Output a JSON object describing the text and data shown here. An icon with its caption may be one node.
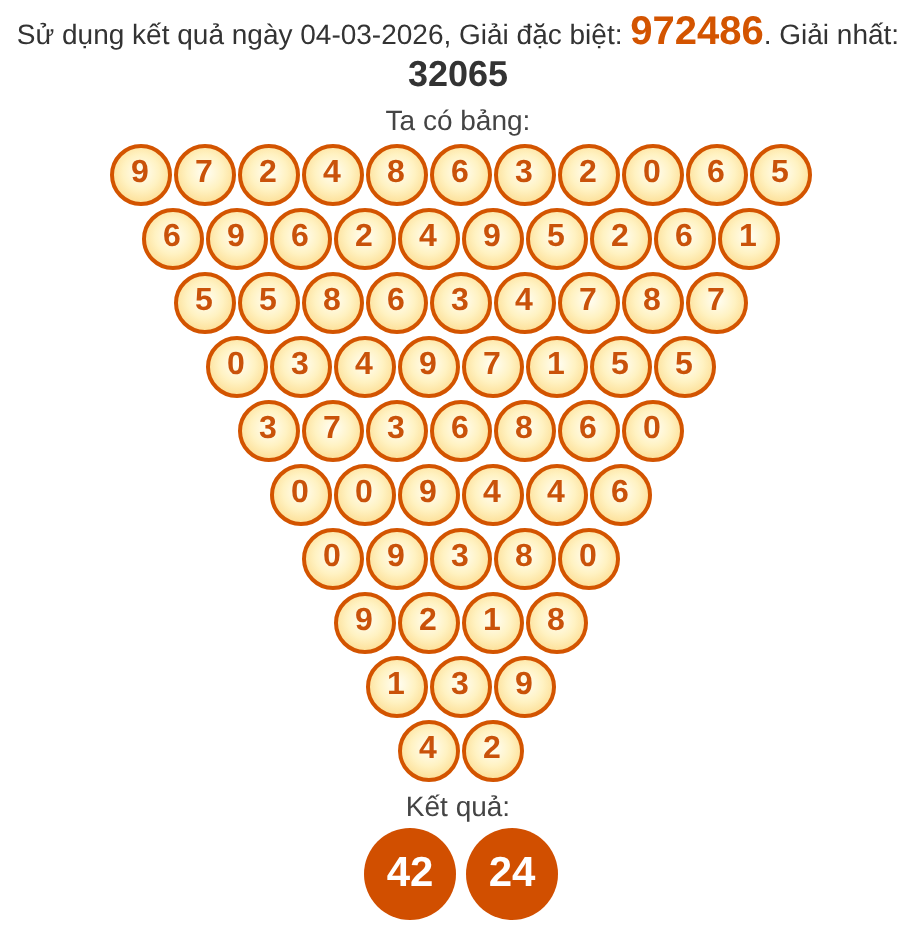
{
  "diagram": {
    "title": "Sử dụng kết quả ngày 04-03-2026, Giải đặc biệt: **972486**. Giải nhất: **32065**",
    "nodes": [
      {
        "text": [
          "9"
        ]
      },
      {
        "text": [
          "7"
        ]
      },
      {
        "text": [
          "2"
        ]
      },
      {
        "text": [
          "4"
        ]
      },
      {
        "text": [
          "8"
        ]
      },
      {
        "text": [
          "6"
        ]
      },
      {
        "text": [
          "3"
        ]
      },
      {
        "text": [
          "2"
        ]
      },
      {
        "text": [
          "0"
        ]
      },
      {
        "text": [
          "6"
        ]
      },
      {
        "text": [
          "5"
        ]
      },
      {
        "text": [
          "6"
        ]
      },
      {
        "text": [
          "9"
        ]
      },
      {
        "text": [
          "6"
        ]
      },
      {
        "text": [
          "2"
        ]
      },
      {
        "text": [
          "4"
        ]
      },
      {
        "text": [
          "9"
        ]
      },
      {
        "text": [
          "5"
        ]
      },
      {
        "text": [
          "2"
        ]
      },
      {
        "text": [
          "6"
        ]
      },
      {
        "text": [
          "1"
        ]
      },
      {
        "text": [
          "5"
        ]
      },
      {
        "text": [
          "5"
        ]
      },
      {
        "text": [
          "8"
        ]
      },
      {
        "text": [
          "6"
        ]
      },
      {
        "text": [
          "3"
        ]
      },
      {
        "text": [
          "4"
        ]
      },
      {
        "text": [
          "7"
        ]
      },
      {
        "text": [
          "8"
        ]
      },
      {
        "text": [
          "7"
        ]
      },
      {
        "text": [
          "0"
        ]
      },
      {
        "text": [
          "3"
        ]
      },
      {
        "text": [
          "4"
        ]
      },
      {
        "text": [
          "9"
        ]
      },
      {
        "text": [
          "7"
        ]
      },
      {
        "text": [
          "1"
        ]
      },
      {
        "text": [
          "5"
        ]
      },
      {
        "text": [
          "5"
        ]
      },
      {
        "text": [
          "3"
        ]
      },
      {
        "text": [
          "7"
        ]
      },
      {
        "text": [
          "3"
        ]
      },
      {
        "text": [
          "6"
        ]
      },
      {
        "text": [
          "8"
        ]
      },
      {
        "text": [
          "6"
        ]
      },
      {
        "text": [
          "0"
        ]
      },
      {
        "text": [
          "0"
        ]
      },
      {
        "text": [
          "0"
        ]
      },
      {
        "text": [
          "9"
        ]
      },
      {
        "text": [
          "4"
        ]
      },
      {
        "text": [
          "4"
        ]
      },
      {
        "text": [
          "6"
        ]
      },
      {
        "text": [
          "0"
        ]
      },
      {
        "text": [
          "9"
        ]
      },
      {
        "text": [
          "3"
        ]
      },
      {
        "text": [
          "8"
        ]
      },
      {
        "text": [
          "0"
        ]
      },
      {
        "text": [
          "9"
        ]
      },
      {
        "text": [
          "2"
        ]
      },
      {
        "text": [
          "1"
        ]
      },
      {
        "text": [
          "8"
        ]
      },
      {
        "text": [
          "1"
        ]
      },
      {
        "text": [
          "3"
        ]
      },
      {
        "text": [
          "9"
        ]
      },
      {
        "text": [
          "4"
        ]
      },
      {
        "text": [
          "2"
        ]
      },
      {
        "text": [
          "42"
        ]
      },
      {
        "text": [
          "24"
        ]
      }
    ],
    "labels": [
      "Ta có bảng:",
      "Kết quả:"
    ]
  }
}
